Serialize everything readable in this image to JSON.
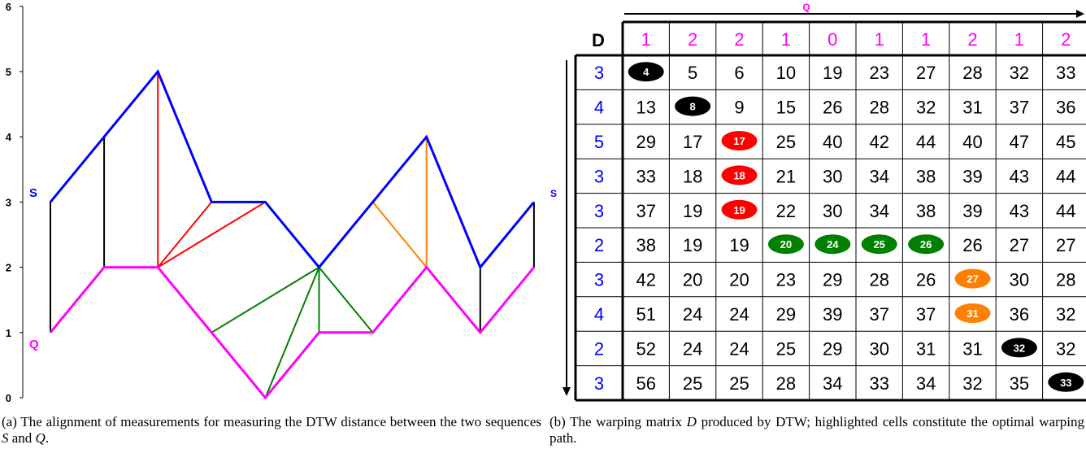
{
  "chart_data": {
    "type": "line",
    "y_ticks": [
      "0",
      "1",
      "2",
      "3",
      "4",
      "5",
      "6"
    ],
    "ylim": [
      0,
      6
    ],
    "series": [
      {
        "name": "S",
        "color": "#0000ff",
        "values": [
          3,
          4,
          5,
          3,
          3,
          2,
          3,
          4,
          2,
          3
        ]
      },
      {
        "name": "Q",
        "color": "#ff00ff",
        "values": [
          1,
          2,
          2,
          1,
          0,
          1,
          1,
          2,
          1,
          2
        ]
      }
    ],
    "alignment": [
      {
        "s": 0,
        "q": 0,
        "color": "#000000"
      },
      {
        "s": 1,
        "q": 1,
        "color": "#000000"
      },
      {
        "s": 2,
        "q": 2,
        "color": "#ff0000"
      },
      {
        "s": 3,
        "q": 2,
        "color": "#ff0000"
      },
      {
        "s": 4,
        "q": 2,
        "color": "#ff0000"
      },
      {
        "s": 5,
        "q": 3,
        "color": "#008000"
      },
      {
        "s": 5,
        "q": 4,
        "color": "#008000"
      },
      {
        "s": 5,
        "q": 5,
        "color": "#008000"
      },
      {
        "s": 5,
        "q": 6,
        "color": "#008000"
      },
      {
        "s": 6,
        "q": 7,
        "color": "#ff7f00"
      },
      {
        "s": 7,
        "q": 7,
        "color": "#ff7f00"
      },
      {
        "s": 8,
        "q": 8,
        "color": "#000000"
      },
      {
        "s": 9,
        "q": 9,
        "color": "#000000"
      }
    ]
  },
  "matrix": {
    "corner_label": "D",
    "q_axis_label": "Q",
    "s_axis_label": "S",
    "q_values": [
      "1",
      "2",
      "2",
      "1",
      "0",
      "1",
      "1",
      "2",
      "1",
      "2"
    ],
    "s_values": [
      "3",
      "4",
      "5",
      "3",
      "3",
      "2",
      "3",
      "4",
      "2",
      "3"
    ],
    "rows": [
      [
        "4",
        "5",
        "6",
        "10",
        "19",
        "23",
        "27",
        "28",
        "32",
        "33"
      ],
      [
        "13",
        "8",
        "9",
        "15",
        "26",
        "28",
        "32",
        "31",
        "37",
        "36"
      ],
      [
        "29",
        "17",
        "17",
        "25",
        "40",
        "42",
        "44",
        "40",
        "47",
        "45"
      ],
      [
        "33",
        "18",
        "18",
        "21",
        "30",
        "34",
        "38",
        "39",
        "43",
        "44"
      ],
      [
        "37",
        "19",
        "19",
        "22",
        "30",
        "34",
        "38",
        "39",
        "43",
        "44"
      ],
      [
        "38",
        "19",
        "19",
        "20",
        "24",
        "25",
        "26",
        "26",
        "27",
        "27"
      ],
      [
        "42",
        "20",
        "20",
        "23",
        "29",
        "28",
        "26",
        "27",
        "30",
        "28"
      ],
      [
        "51",
        "24",
        "24",
        "29",
        "39",
        "37",
        "37",
        "31",
        "36",
        "32"
      ],
      [
        "52",
        "24",
        "24",
        "25",
        "29",
        "30",
        "31",
        "31",
        "32",
        "32"
      ],
      [
        "56",
        "25",
        "25",
        "28",
        "34",
        "33",
        "34",
        "32",
        "35",
        "33"
      ]
    ],
    "path": [
      {
        "r": 0,
        "c": 0,
        "color": "#000000"
      },
      {
        "r": 1,
        "c": 1,
        "color": "#000000"
      },
      {
        "r": 2,
        "c": 2,
        "color": "#ff0000"
      },
      {
        "r": 3,
        "c": 2,
        "color": "#ff0000"
      },
      {
        "r": 4,
        "c": 2,
        "color": "#ff0000"
      },
      {
        "r": 5,
        "c": 3,
        "color": "#008000"
      },
      {
        "r": 5,
        "c": 4,
        "color": "#008000"
      },
      {
        "r": 5,
        "c": 5,
        "color": "#008000"
      },
      {
        "r": 5,
        "c": 6,
        "color": "#008000"
      },
      {
        "r": 6,
        "c": 7,
        "color": "#ff7f00"
      },
      {
        "r": 7,
        "c": 7,
        "color": "#ff7f00"
      },
      {
        "r": 8,
        "c": 8,
        "color": "#000000"
      },
      {
        "r": 9,
        "c": 9,
        "color": "#000000"
      }
    ],
    "colors": {
      "header": "#ff00ff",
      "row_header": "#0000ff",
      "grid": "#000000"
    }
  },
  "captions": {
    "a_prefix": "(a) The alignment of measurements for measuring the DTW distance between the two sequences ",
    "a_s": "S",
    "a_and": " and ",
    "a_q": "Q",
    "a_end": ".",
    "b_prefix": "(b) The warping matrix ",
    "b_d": "D",
    "b_rest": " produced by DTW; highlighted cells constitute the optimal warping path."
  }
}
